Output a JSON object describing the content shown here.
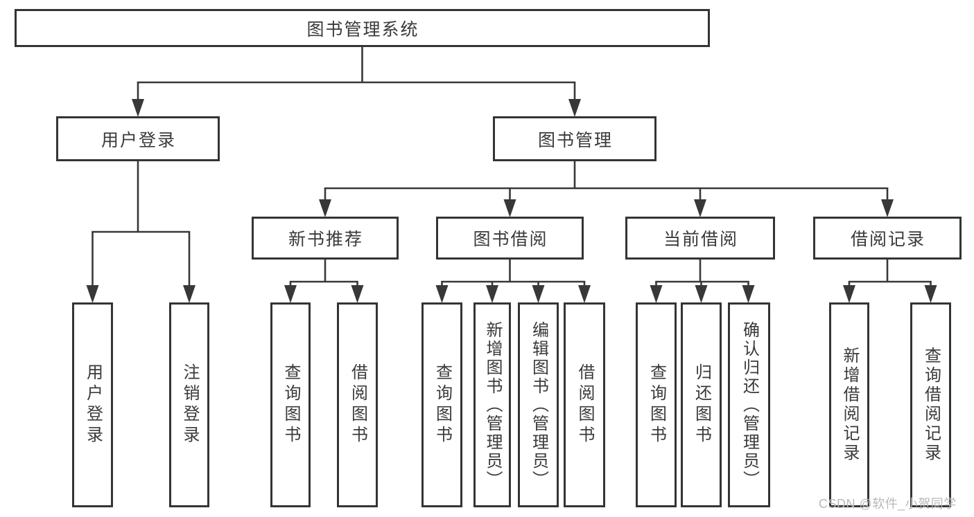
{
  "nodes": {
    "root": "图书管理系统",
    "user_login": "用户登录",
    "book_mgmt": "图书管理",
    "new_book_rec": "新书推荐",
    "book_borrow": "图书借阅",
    "current_borrow": "当前借阅",
    "borrow_record": "借阅记录",
    "leaf_user_login": "用户登录",
    "leaf_logout": "注销登录",
    "leaf_query_book_1": "查询图书",
    "leaf_borrow_book_1": "借阅图书",
    "leaf_query_book_2": "查询图书",
    "leaf_add_book": "新增图书（管理员）",
    "leaf_edit_book": "编辑图书（管理员）",
    "leaf_borrow_book_2": "借阅图书",
    "leaf_query_book_3": "查询图书",
    "leaf_return_book": "归还图书",
    "leaf_confirm_return": "确认归还（管理员）",
    "leaf_add_record": "新增借阅记录",
    "leaf_query_record": "查询借阅记录"
  },
  "colors": {
    "line": "#383838",
    "border": "#343434",
    "text": "#3a3a3a",
    "watermark": "#b9b9b9"
  },
  "watermark": "CSDN @软件_小贺同学"
}
